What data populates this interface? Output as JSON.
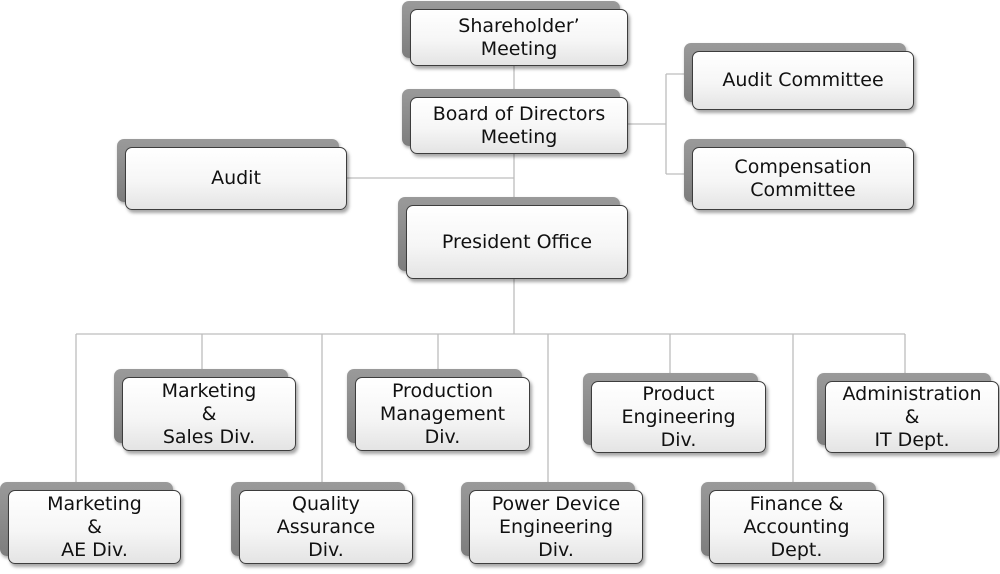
{
  "org_chart": {
    "nodes": {
      "shareholder": "Shareholder’\nMeeting",
      "board": "Board of Directors\nMeeting",
      "audit_committee": "Audit Committee",
      "compensation_committee": "Compensation\nCommittee",
      "audit": "Audit",
      "president": "President Office",
      "marketing_sales": "Marketing\n&\nSales Div.",
      "production_mgmt": "Production\nManagement\nDiv.",
      "product_eng": "Product\nEngineering\nDiv.",
      "admin_it": "Administration\n&\nIT Dept.",
      "marketing_ae": "Marketing\n&\nAE Div.",
      "quality": "Quality\nAssurance\nDiv.",
      "power_device": "Power Device\nEngineering\nDiv.",
      "finance": "Finance &\nAccounting\nDept."
    }
  },
  "colors": {
    "line": "#bdbdbd",
    "box_border": "#3d3d3d",
    "shadow_box": "#8a8a8a"
  }
}
